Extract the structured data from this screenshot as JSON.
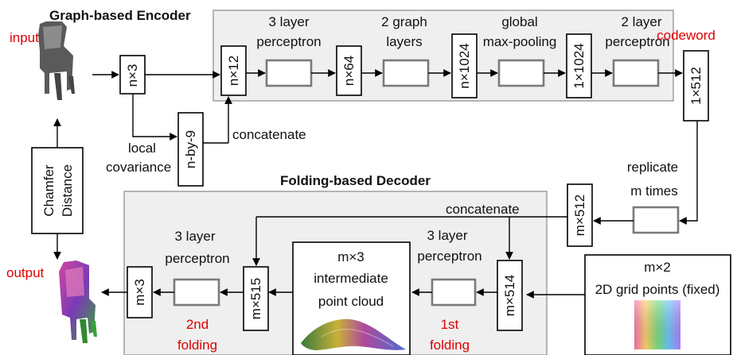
{
  "encoder": {
    "title": "Graph-based Encoder",
    "input_label": "input",
    "n3": "n×3",
    "n12": "n×12",
    "n64": "n×64",
    "n1024a": "n×1024",
    "v1024": "1×1024",
    "v512": "1×512",
    "nby9": "n-by-9",
    "perceptron3_l1": "3 layer",
    "perceptron3_l2": "perceptron",
    "graph_l1": "2 graph",
    "graph_l2": "layers",
    "pool_l1": "global",
    "pool_l2": "max-pooling",
    "perceptron2_l1": "2 layer",
    "perceptron2_l2": "perceptron",
    "codeword": "codeword",
    "concatenate": "concatenate",
    "local_l1": "local",
    "local_l2": "covariance"
  },
  "loss": {
    "chamfer_l1": "Chamfer",
    "chamfer_l2": "Distance"
  },
  "decoder": {
    "title": "Folding-based Decoder",
    "output_label": "output",
    "replicate_l1": "replicate",
    "replicate_l2": "m times",
    "m512": "m×512",
    "concatenate": "concatenate",
    "m514": "m×514",
    "m515": "m×515",
    "m3": "m×3",
    "fold1_percep_l1": "3 layer",
    "fold1_percep_l2": "perceptron",
    "fold1_l1": "1st",
    "fold1_l2": "folding",
    "fold2_percep_l1": "3 layer",
    "fold2_percep_l2": "perceptron",
    "fold2_l1": "2nd",
    "fold2_l2": "folding",
    "inter_l1": "m×3",
    "inter_l2": "intermediate",
    "inter_l3": "point cloud",
    "grid_l1": "m×2",
    "grid_l2": "2D grid points (fixed)"
  },
  "colors": {
    "accent_red": "#e00000",
    "panel_fill": "#efefef"
  }
}
